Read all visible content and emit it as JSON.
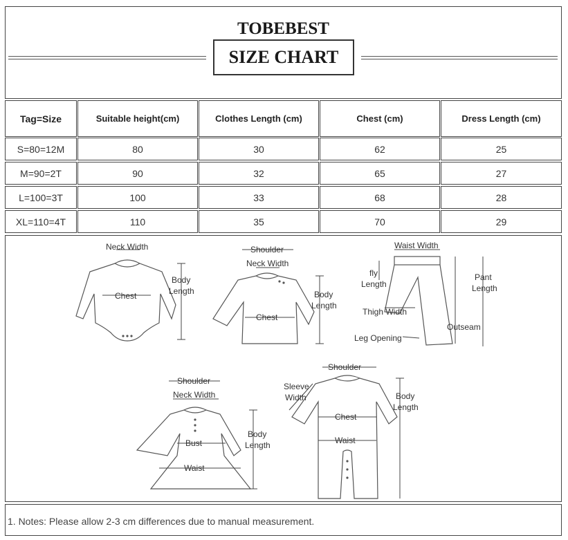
{
  "header": {
    "brand": "TOBEBEST",
    "title": "SIZE CHART"
  },
  "table": {
    "columns": [
      "Tag=Size",
      "Suitable height(cm)",
      "Clothes Length (cm)",
      "Chest (cm)",
      "Dress Length (cm)"
    ],
    "rows": [
      [
        "S=80=12M",
        "80",
        "30",
        "62",
        "25"
      ],
      [
        "M=90=2T",
        "90",
        "32",
        "65",
        "27"
      ],
      [
        "L=100=3T",
        "100",
        "33",
        "68",
        "28"
      ],
      [
        "XL=110=4T",
        "110",
        "35",
        "70",
        "29"
      ]
    ]
  },
  "diagrams": {
    "romper": {
      "neck_width": "Neck Width",
      "chest": "Chest",
      "body": "Body",
      "length": "Length"
    },
    "top": {
      "shoulder": "Shoulder",
      "neck_width": "Neck Width",
      "chest": "Chest",
      "body": "Body",
      "length": "Length"
    },
    "pants": {
      "waist_width": "Waist Width",
      "fly": "fly",
      "fly_length": "Length",
      "pant": "Pant",
      "pant_length": "Length",
      "thigh_width": "Thigh Width",
      "outseam": "Outseam",
      "leg_opening": "Leg Opening"
    },
    "dress": {
      "shoulder": "Shoulder",
      "neck_width": "Neck Width",
      "bust": "Bust",
      "waist": "Waist",
      "body": "Body",
      "length": "Length"
    },
    "jumpsuit": {
      "shoulder": "Shoulder",
      "sleeve": "Sleeve",
      "sleeve_width": "Width",
      "chest": "Chest",
      "waist": "Waist",
      "body": "Body",
      "length": "Length"
    }
  },
  "notes": {
    "line1": "1. Notes: Please allow 2-3 cm differences due to manual measurement."
  }
}
